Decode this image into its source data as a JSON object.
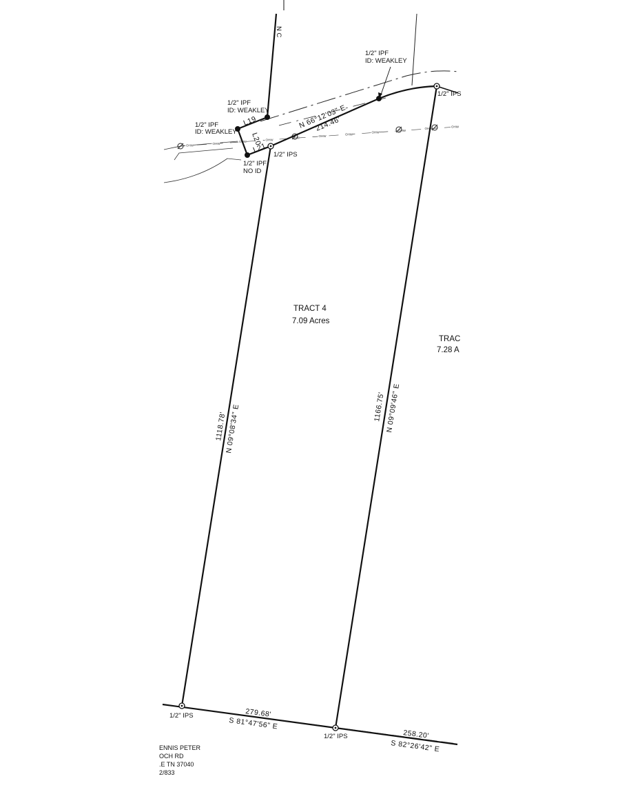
{
  "tract": {
    "name": "TRACT 4",
    "area": "7.09 Acres"
  },
  "adjacent_tract": {
    "name_partial": "TRAC",
    "area_partial": "7.28 A"
  },
  "road_label_partial": "N C",
  "monuments": {
    "ipf_weakley_top": [
      "1/2\" IPF",
      "ID: WEAKLEY"
    ],
    "ipf_weakley_left": [
      "1/2\" IPF",
      "ID: WEAKLEY"
    ],
    "ipf_weakley_right": [
      "1/2\" IPF",
      "ID: WEAKLEY"
    ],
    "ipf_no_id": [
      "1/2\" IPF",
      "NO ID"
    ],
    "ips_north": "1/2\" IPS",
    "ips_northeast": "1/2\" IPS",
    "ips_southwest": "1/2\" IPS",
    "ips_south": "1/2\" IPS"
  },
  "lines": {
    "l19": "L19",
    "l20": "L20",
    "l21": "L21"
  },
  "calls": {
    "north_bearing": "N 66°12'03\" E",
    "north_distance": "214.46'",
    "west_distance": "1118.78'",
    "west_bearing": "N 09°08'34\" E",
    "east_distance": "1166.75'",
    "east_bearing": "N 09°09'46\" E",
    "south_distance": "279.68'",
    "south_bearing": "S 81°47'56\" E",
    "south2_distance": "258.20'",
    "south2_bearing": "S 82°26'42\" E"
  },
  "overhead_wire_label": "OHW",
  "owner_block": [
    "ENNIS PETER",
    "OCH RD",
    ".E TN 37040",
    "2/833"
  ]
}
